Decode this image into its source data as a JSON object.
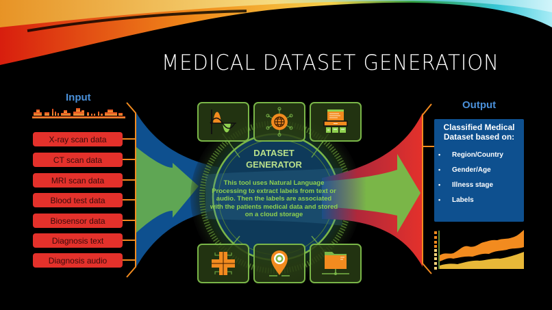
{
  "slide": {
    "title": "MEDICAL DATASET GENERATION"
  },
  "input": {
    "label": "Input",
    "items": [
      {
        "label": "X-ray scan data"
      },
      {
        "label": "CT scan data"
      },
      {
        "label": "MRI scan data"
      },
      {
        "label": "Blood test data"
      },
      {
        "label": "Biosensor data"
      },
      {
        "label": "Diagnosis text"
      },
      {
        "label": "Diagnosis audio"
      }
    ]
  },
  "generator": {
    "title_line1": "DATASET",
    "title_line2": "GENERATOR",
    "description": "This tool uses Natural Language Processing to extract labels from text or audio. Then the labels are associated with the patients medical data and stored on a cloud storage",
    "top_icons": [
      "waveform-icon",
      "globe-network-icon",
      "dashboard-icon"
    ],
    "bottom_icons": [
      "medical-cross-circuit-icon",
      "location-pin-icon",
      "network-folder-icon"
    ]
  },
  "output": {
    "label": "Output",
    "heading": "Classified Medical Dataset based on:",
    "bullet": "•",
    "items": [
      {
        "label": "Region/Country"
      },
      {
        "label": "Gender/Age"
      },
      {
        "label": "Illness stage"
      },
      {
        "label": "Labels"
      }
    ]
  },
  "colors": {
    "input_box": "#e4312b",
    "accent_orange": "#f28b1f",
    "accent_green": "#7ab648",
    "flow_blue": "#0e508f",
    "label_blue": "#4a90d9",
    "output_panel": "#0e508f"
  }
}
